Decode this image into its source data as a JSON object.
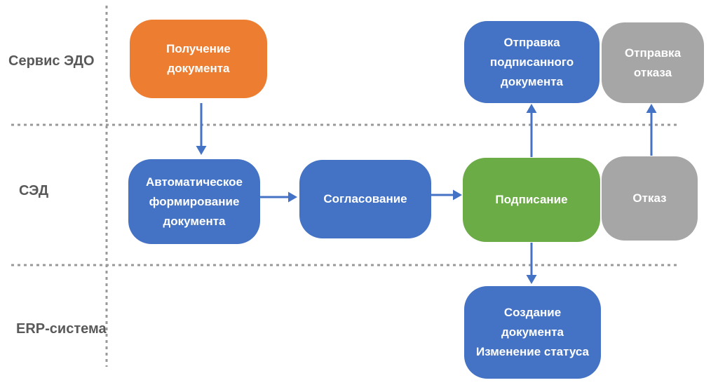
{
  "diagram": {
    "type": "swimlane-flowchart",
    "lanes": [
      {
        "label": "Сервис ЭДО"
      },
      {
        "label": "СЭД"
      },
      {
        "label": "ERP-система"
      }
    ],
    "nodes": [
      {
        "id": "receive-document",
        "lane": "Сервис ЭДО",
        "label": "Получение\nдокумента",
        "color": "#ED7D31"
      },
      {
        "id": "send-signed-document",
        "lane": "Сервис ЭДО",
        "label": "Отправка\nподписанного\nдокумента",
        "color": "#4472C4"
      },
      {
        "id": "send-rejection",
        "lane": "Сервис ЭДО",
        "label": "Отправка\nотказа",
        "color": "#A6A6A6"
      },
      {
        "id": "auto-form-document",
        "lane": "СЭД",
        "label": "Автоматическое\nформирование\nдокумента",
        "color": "#4472C4"
      },
      {
        "id": "approval",
        "lane": "СЭД",
        "label": "Согласование",
        "color": "#4472C4"
      },
      {
        "id": "signing",
        "lane": "СЭД",
        "label": "Подписание",
        "color": "#6CAC47"
      },
      {
        "id": "rejection",
        "lane": "СЭД",
        "label": "Отказ",
        "color": "#A6A6A6"
      },
      {
        "id": "create-document-change-status",
        "lane": "ERP-система",
        "label": "Создание\nдокумента\nИзменение статуса",
        "color": "#4472C4"
      }
    ],
    "edges": [
      {
        "from": "receive-document",
        "to": "auto-form-document",
        "direction": "down"
      },
      {
        "from": "auto-form-document",
        "to": "approval",
        "direction": "right"
      },
      {
        "from": "approval",
        "to": "signing",
        "direction": "right"
      },
      {
        "from": "signing",
        "to": "send-signed-document",
        "direction": "up"
      },
      {
        "from": "rejection",
        "to": "send-rejection",
        "direction": "up"
      },
      {
        "from": "signing",
        "to": "create-document-change-status",
        "direction": "down"
      }
    ],
    "colors": {
      "orange": "#ED7D31",
      "blue": "#4472C4",
      "green": "#6CAC47",
      "gray": "#A6A6A6",
      "arrow": "#4472C4",
      "lane_label_text": "#595959",
      "divider": "#999999",
      "node_text": "#FFFFFF",
      "background": "#FFFFFF"
    }
  }
}
